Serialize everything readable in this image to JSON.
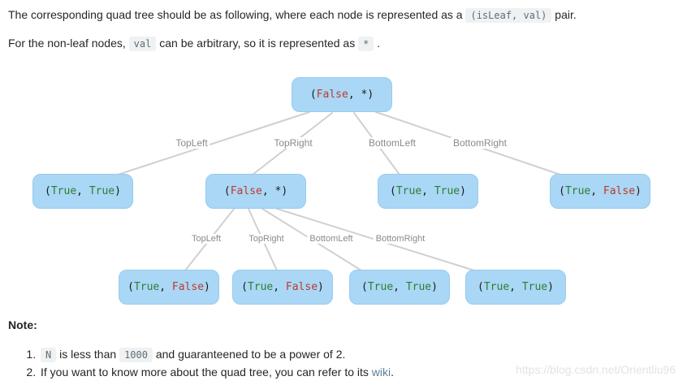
{
  "colors": {
    "node_bg": "#a9d7f5",
    "node_border": "#97cbf0",
    "true_green": "#2e7d32",
    "false_red": "#c0392b",
    "edge_gray": "#d0d0d0",
    "label_gray": "#8a8a8a",
    "code_bg": "#f0f1f2",
    "code_text": "#5c6e7a",
    "link_blue": "#5d7f9d",
    "body_text": "#262626",
    "watermark_gray": "#e3e3e3"
  },
  "intro": {
    "text_before_code": "The corresponding quad tree should be as following, where each node is represented as a ",
    "code": "(isLeaf, val)",
    "text_after_code": " pair."
  },
  "nonleaf": {
    "text1": "For the non-leaf nodes, ",
    "code_val": "val",
    "text2": " can be arbitrary, so it is represented as ",
    "code_star": "*",
    "text3": " ."
  },
  "note": {
    "label": "Note:"
  },
  "list": {
    "item1": {
      "code_n": "N",
      "text1": " is less than ",
      "code_limit": "1000",
      "text2": " and guaranteened to be a power of 2."
    },
    "item2": {
      "text1": "If you want to know more about the quad tree, you can refer to its ",
      "link": "wiki",
      "text2": "."
    }
  },
  "watermark": "https://blog.csdn.net/Orientliu96",
  "tree": {
    "punct": {
      "open": "(",
      "sep": ", ",
      "close": ")"
    },
    "nodes": {
      "root": {
        "isLeaf": "False",
        "val": "*"
      },
      "tl": {
        "isLeaf": "True",
        "val": "True"
      },
      "tr": {
        "isLeaf": "False",
        "val": "*"
      },
      "bl": {
        "isLeaf": "True",
        "val": "True"
      },
      "br": {
        "isLeaf": "True",
        "val": "False"
      },
      "tr_tl": {
        "isLeaf": "True",
        "val": "False"
      },
      "tr_tr": {
        "isLeaf": "True",
        "val": "False"
      },
      "tr_bl": {
        "isLeaf": "True",
        "val": "True"
      },
      "tr_br": {
        "isLeaf": "True",
        "val": "True"
      }
    },
    "edge_labels": {
      "l1": [
        "TopLeft",
        "TopRight",
        "BottomLeft",
        "BottomRight"
      ],
      "l2": [
        "TopLeft",
        "TopRight",
        "BottomLeft",
        "BottomRight"
      ]
    }
  }
}
